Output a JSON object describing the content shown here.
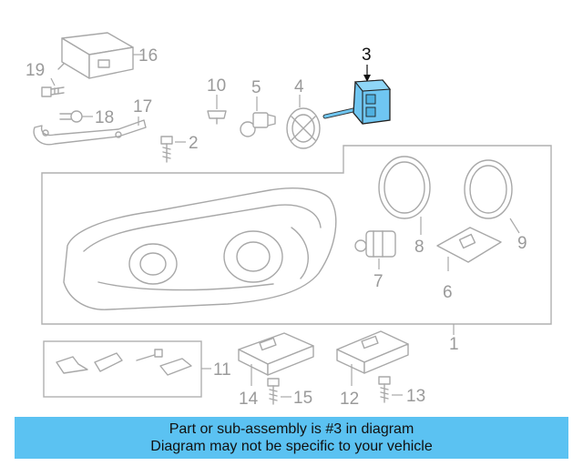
{
  "diagram": {
    "callouts": [
      "1",
      "2",
      "3",
      "4",
      "5",
      "6",
      "7",
      "8",
      "9",
      "10",
      "11",
      "12",
      "13",
      "14",
      "15",
      "16",
      "17",
      "18",
      "19"
    ],
    "highlighted_callout": "3"
  },
  "banner": {
    "line1": "Part or sub-assembly is #3 in diagram",
    "line2": "Diagram may not be specific to your vehicle"
  },
  "colors": {
    "banner_background": "#5bc2f2",
    "highlight_part": "#6fc6f2",
    "line_art": "#a8a8a8",
    "highlight_callout": "#111111"
  }
}
